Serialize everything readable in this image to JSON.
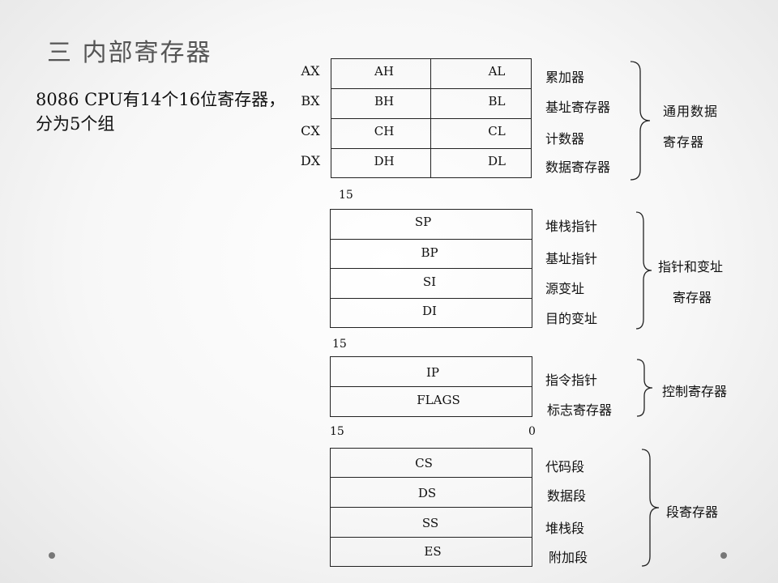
{
  "title": "三 内部寄存器",
  "intro": [
    "8086 CPU有14个16位寄存器，",
    "分为5个组"
  ],
  "general": {
    "rows": [
      {
        "name": "AX",
        "high": "AH",
        "low": "AL",
        "desc": "累加器"
      },
      {
        "name": "BX",
        "high": "BH",
        "low": "BL",
        "desc": "基址寄存器"
      },
      {
        "name": "CX",
        "high": "CH",
        "low": "CL",
        "desc": "计数器"
      },
      {
        "name": "DX",
        "high": "DH",
        "low": "DL",
        "desc": "数据寄存器"
      }
    ],
    "group": [
      "通用数据",
      "寄存器"
    ]
  },
  "pointer": {
    "bit": "15",
    "rows": [
      {
        "name": "SP",
        "desc": "堆栈指针"
      },
      {
        "name": "BP",
        "desc": "基址指针"
      },
      {
        "name": "SI",
        "desc": "源变址"
      },
      {
        "name": "DI",
        "desc": "目的变址"
      }
    ],
    "group": [
      "指针和变址",
      "寄存器"
    ]
  },
  "control": {
    "bit": "15",
    "rows": [
      {
        "name": "IP",
        "desc": "指令指针"
      },
      {
        "name": "FLAGS",
        "desc": "标志寄存器"
      }
    ],
    "group": [
      "控制寄存器"
    ]
  },
  "segment": {
    "bit_high": "15",
    "bit_low": "0",
    "rows": [
      {
        "name": "CS",
        "desc": "代码段"
      },
      {
        "name": "DS",
        "desc": "数据段"
      },
      {
        "name": "SS",
        "desc": "堆栈段"
      },
      {
        "name": "ES",
        "desc": "附加段"
      }
    ],
    "group": [
      "段寄存器"
    ]
  }
}
